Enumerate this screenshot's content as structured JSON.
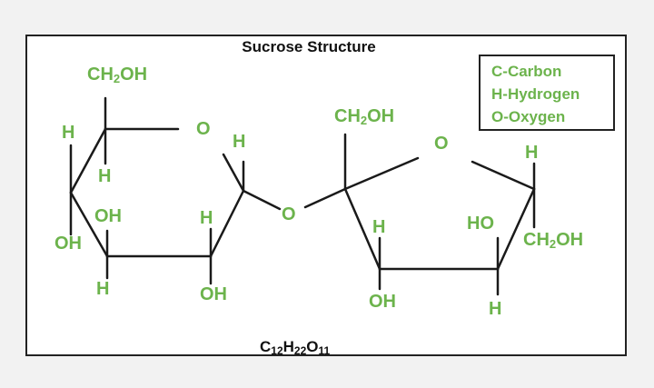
{
  "title": "Sucrose Structure",
  "legend": {
    "carbon": "C-Carbon",
    "hydrogen": "H-Hydrogen",
    "oxygen": "O-Oxygen"
  },
  "formula": {
    "c": "C",
    "c_sub": "12",
    "h": "H",
    "h_sub": "22",
    "o": "O",
    "o_sub": "11"
  },
  "labels": {
    "ch2oh_top_left": {
      "pre": "CH",
      "sub": "2",
      "post": "OH"
    },
    "o_ring_left": "O",
    "h_left_top": "H",
    "h_left_ring": "H",
    "h_c1": "H",
    "oh_c3": "OH",
    "oh_c4": "OH",
    "h_c2": "H",
    "h_c3": "H",
    "oh_c2": "OH",
    "o_glycosidic": "O",
    "ch2oh_fructose_top": {
      "pre": "CH",
      "sub": "2",
      "post": "OH"
    },
    "o_ring_right": "O",
    "h_fructose_c3": "H",
    "oh_fructose_c3": "OH",
    "ho_fructose_c4": "HO",
    "h_fructose_c4": "H",
    "h_fructose_c5": "H",
    "ch2oh_fructose_right": {
      "pre": "CH",
      "sub": "2",
      "post": "OH"
    }
  },
  "colors": {
    "atom_label": "#6cb34c",
    "bond": "#1a1a1a",
    "text": "#111111"
  }
}
